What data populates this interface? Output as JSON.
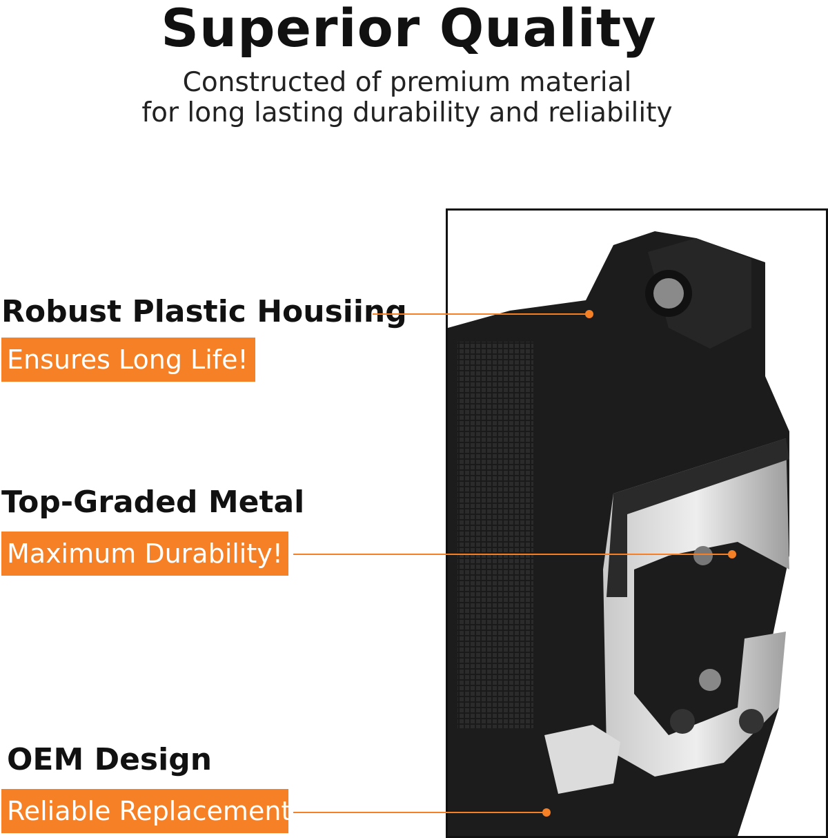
{
  "header": {
    "title": "Superior Quality",
    "subtitle_line1": "Constructed of premium material",
    "subtitle_line2": "for long lasting durability and reliability"
  },
  "features": [
    {
      "heading": "Robust Plastic Housiing",
      "tag": "Ensures Long Life!"
    },
    {
      "heading": "Top-Graded Metal",
      "tag": "Maximum Durability!"
    },
    {
      "heading": "OEM Design",
      "tag": "Reliable Replacement"
    }
  ],
  "colors": {
    "accent": "#f58025",
    "text": "#111111"
  }
}
